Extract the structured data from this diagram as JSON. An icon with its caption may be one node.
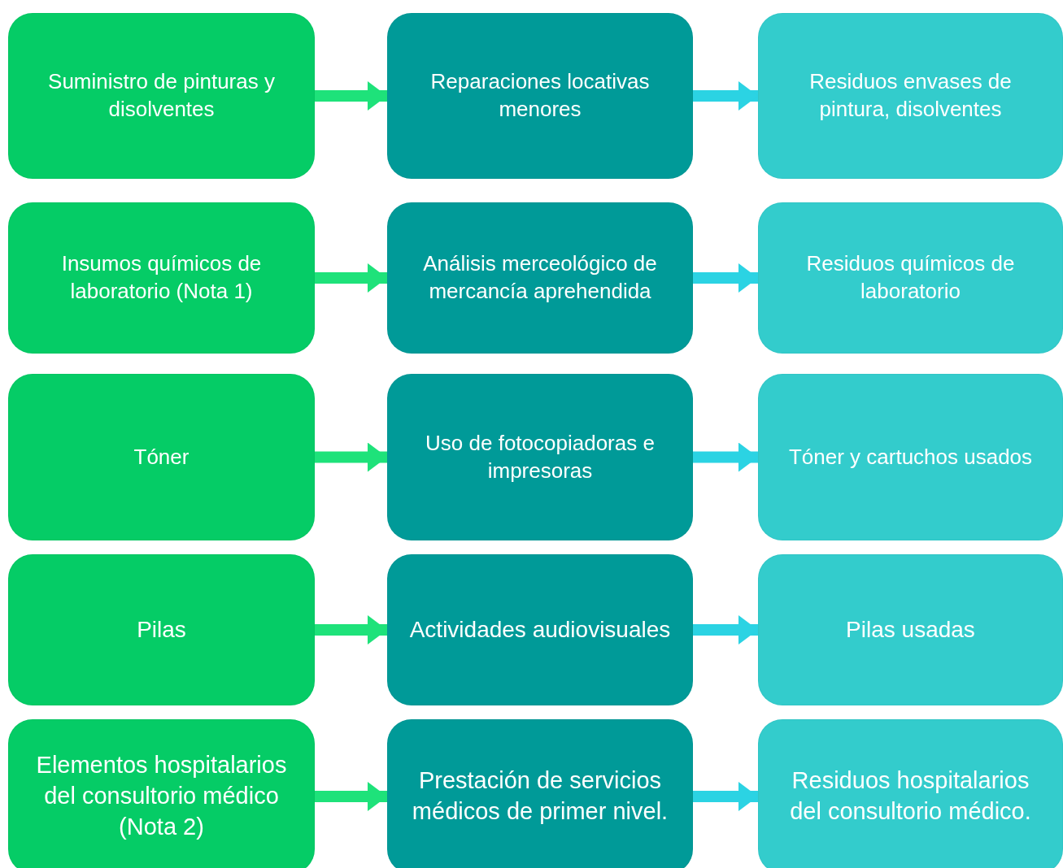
{
  "diagram": {
    "nodes": [
      {
        "text": [
          "Suministro de pinturas y disolventes"
        ]
      },
      {
        "text": [
          "Reparaciones locativas menores"
        ]
      },
      {
        "text": [
          "Residuos envases de pintura, disolventes"
        ]
      },
      {
        "text": [
          "Insumos químicos de laboratorio (Nota 1)"
        ]
      },
      {
        "text": [
          "Análisis merceológico de mercancía aprehendida"
        ]
      },
      {
        "text": [
          "Residuos químicos de laboratorio"
        ]
      },
      {
        "text": [
          "Tóner"
        ]
      },
      {
        "text": [
          "Uso de fotocopiadoras e impresoras"
        ]
      },
      {
        "text": [
          "Tóner y cartuchos usados"
        ]
      },
      {
        "text": [
          "Pilas"
        ]
      },
      {
        "text": [
          "Actividades audiovisuales"
        ]
      },
      {
        "text": [
          "Pilas usadas"
        ]
      },
      {
        "text": [
          "Elementos hospitalarios del consultorio médico (Nota 2)"
        ]
      },
      {
        "text": [
          "Prestación de servicios médicos de primer nivel."
        ]
      },
      {
        "text": [
          "Residuos hospitalarios del consultorio médico."
        ]
      }
    ],
    "edges": [
      {
        "from": 0,
        "to": 1,
        "arrow": "to",
        "color": "#1ee27a"
      },
      {
        "from": 1,
        "to": 2,
        "arrow": "to",
        "color": "#2bd3e3"
      },
      {
        "from": 3,
        "to": 4,
        "arrow": "to",
        "color": "#1ee27a"
      },
      {
        "from": 4,
        "to": 5,
        "arrow": "to",
        "color": "#2bd3e3"
      },
      {
        "from": 6,
        "to": 7,
        "arrow": "to",
        "color": "#1ee27a"
      },
      {
        "from": 7,
        "to": 8,
        "arrow": "to",
        "color": "#2bd3e3"
      },
      {
        "from": 9,
        "to": 10,
        "arrow": "to",
        "color": "#1ee27a"
      },
      {
        "from": 10,
        "to": 11,
        "arrow": "to",
        "color": "#2bd3e3"
      },
      {
        "from": 12,
        "to": 13,
        "arrow": "to",
        "color": "#1ee27a"
      },
      {
        "from": 13,
        "to": 14,
        "arrow": "to",
        "color": "#2bd3e3"
      }
    ]
  }
}
